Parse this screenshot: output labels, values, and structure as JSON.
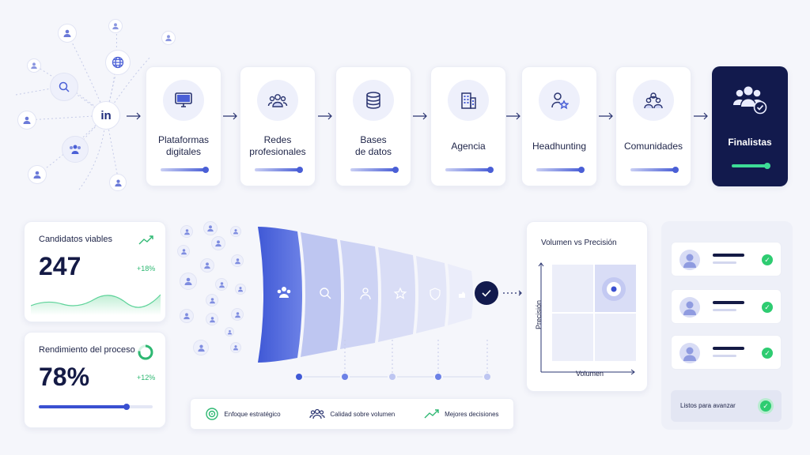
{
  "stages": [
    {
      "label": "Plataformas\ndigitales",
      "icon": "monitor-icon"
    },
    {
      "label": "Redes\nprofesionales",
      "icon": "people-icon"
    },
    {
      "label": "Bases\nde datos",
      "icon": "database-icon"
    },
    {
      "label": "Agencia",
      "icon": "building-icon"
    },
    {
      "label": "Headhunting",
      "icon": "person-star-icon"
    },
    {
      "label": "Comunidades",
      "icon": "community-icon"
    },
    {
      "label": "Finalistas",
      "icon": "finalists-icon"
    }
  ],
  "network": {
    "linkedin": "in"
  },
  "metrics": {
    "viable": {
      "title": "Candidatos viables",
      "value": "247",
      "delta": "+18%"
    },
    "performance": {
      "title": "Rendimiento del proceso",
      "value": "78%",
      "delta": "+12%",
      "progress": 0.78
    }
  },
  "funnel_legend": [
    {
      "label": "Enfoque estratégico",
      "icon": "target-icon"
    },
    {
      "label": "Calidad sobre volumen",
      "icon": "people-icon"
    },
    {
      "label": "Mejores decisiones",
      "icon": "trend-icon"
    }
  ],
  "matrix": {
    "title": "Volumen vs Precisión",
    "xlabel": "Volumen",
    "ylabel": "Precisión"
  },
  "shortlist": {
    "ready_label": "Listos para avanzar",
    "candidates": 3
  },
  "colors": {
    "navy": "#121a4d",
    "accent": "#4a5fd6",
    "green": "#2ecc71"
  }
}
